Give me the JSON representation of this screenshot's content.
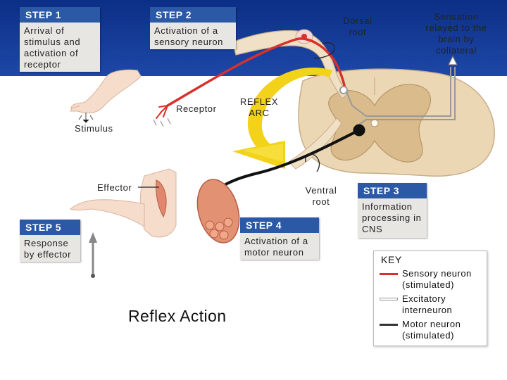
{
  "steps": [
    {
      "header": "STEP 1",
      "text": "Arrival of stimulus and activation of receptor"
    },
    {
      "header": "STEP 2",
      "text": "Activation of a sensory neuron"
    },
    {
      "header": "STEP 3",
      "text": "Information processing in CNS"
    },
    {
      "header": "STEP 4",
      "text": "Activation of a motor neuron"
    },
    {
      "header": "STEP 5",
      "text": "Response by effector"
    }
  ],
  "labels": {
    "dorsal_root": "Dorsal root",
    "sensation": "Sensation relayed to the brain by collateral",
    "receptor": "Receptor",
    "reflex_arc": "REFLEX ARC",
    "stimulus": "Stimulus",
    "effector": "Effector",
    "ventral_root": "Ventral root"
  },
  "title": "Reflex Action",
  "key": {
    "title": "KEY",
    "items": [
      {
        "label": "Sensory neuron (stimulated)",
        "color": "#d8302a"
      },
      {
        "label": "Excitatory interneuron",
        "color": "#9a9a9a"
      },
      {
        "label": "Motor neuron (stimulated)",
        "color": "#333333"
      }
    ]
  },
  "colors": {
    "header_band": "#1d47a7",
    "step_header": "#2b59a6",
    "sensory": "#d8302a",
    "motor": "#111111",
    "arrow": "#f2d31a"
  }
}
